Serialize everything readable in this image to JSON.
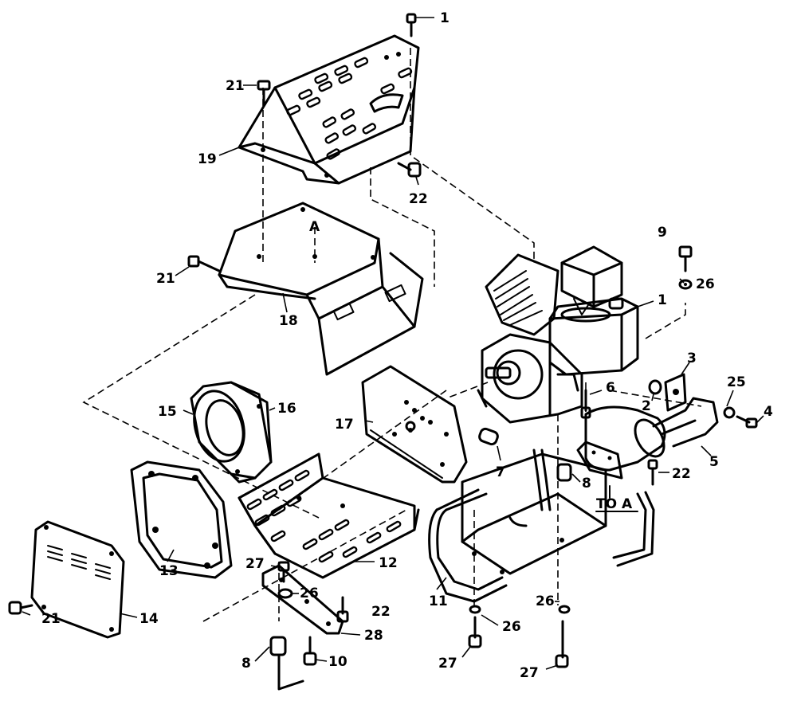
{
  "figure": {
    "labels": {
      "l1_top": "1",
      "l21_top": "21",
      "l19": "19",
      "l22_top": "22",
      "l21_mid": "21",
      "l18": "18",
      "l_A_top": "A",
      "l9": "9",
      "l26_right": "26",
      "l1_engine": "1",
      "l3": "3",
      "l25": "25",
      "l4": "4",
      "l6": "6",
      "l2": "2",
      "l5": "5",
      "l22_right": "22",
      "l7": "7",
      "l8_mid": "8",
      "l_toA": "TO A",
      "l15": "15",
      "l16": "16",
      "l17": "17",
      "l12": "12",
      "l27_left": "27",
      "l26_left": "26",
      "l22_bottom": "22",
      "l28": "28",
      "l10": "10",
      "l8_bottom": "8",
      "l13": "13",
      "l14": "14",
      "l21_bottom": "21",
      "l11": "11",
      "l26_mid": "26",
      "l27_mid": "27",
      "l26_br": "26",
      "l27_br": "27"
    }
  }
}
